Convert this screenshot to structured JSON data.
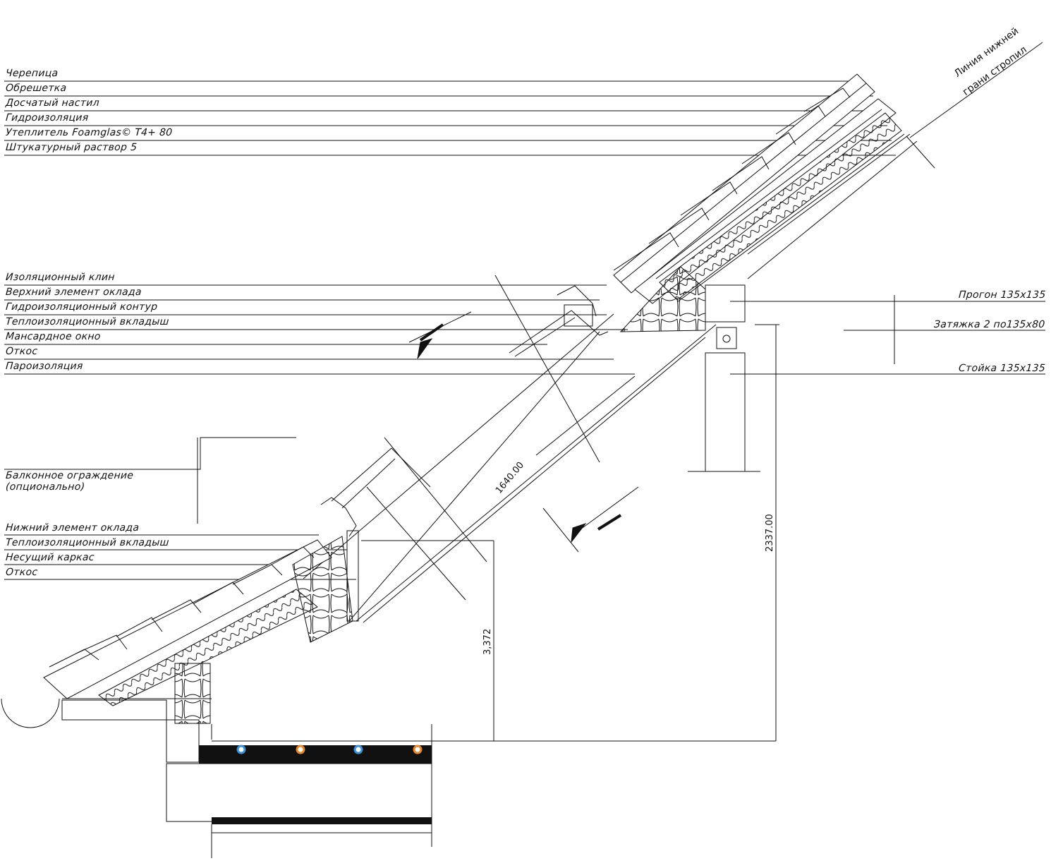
{
  "labels_top": [
    "Черепица",
    "Обрешетка",
    "Досчатый настил",
    "Гидроизоляция",
    "Утеплитель Foamglas© T4+ 80",
    "Штукатурный раствор 5"
  ],
  "labels_mid": [
    "Изоляционный клин",
    "Верхний элемент оклада",
    "Гидроизоляционный контур",
    "Теплоизоляционный вкладыш",
    "Мансардное окно",
    "Откос",
    "Пароизоляция"
  ],
  "balcony": {
    "line1": "Балконное ограждение",
    "line2": "(опционально)"
  },
  "labels_low": [
    "Нижний элемент оклада",
    "Теплоизоляционный вкладыш",
    "Несущий каркас",
    "Откос"
  ],
  "labels_right": [
    "Прогон 135x135",
    "Затяжка 2 по135x80",
    "Стойка 135x135"
  ],
  "rafter_line": {
    "line1": "Линия нижней",
    "line2": "грани стропил"
  },
  "dimensions": {
    "diag": "1640.00",
    "tall": "2337.00",
    "short": "3,372"
  },
  "colors": {
    "line": "#111111",
    "pipe_blue": "#3a8fd8",
    "pipe_orange": "#e8842a",
    "slab": "#111111"
  }
}
